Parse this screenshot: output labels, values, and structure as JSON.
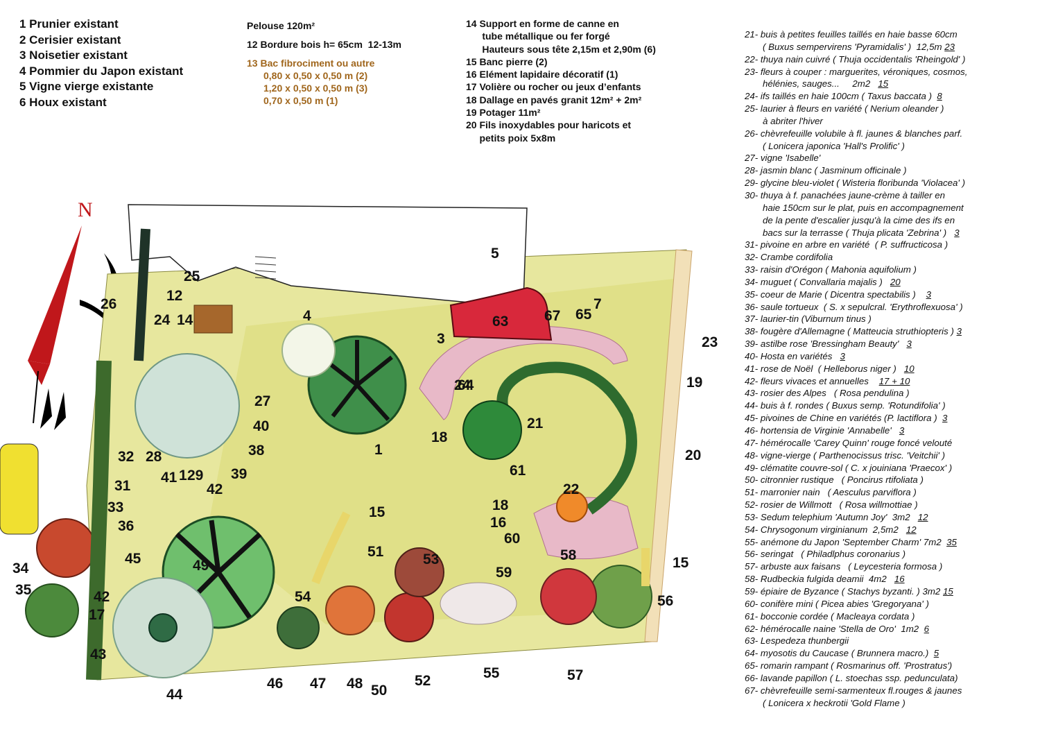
{
  "legend_existing": [
    "1 Prunier existant",
    "2 Cerisier existant",
    "3 Noisetier existant",
    "4 Pommier du Japon existant",
    "5 Vigne vierge existante",
    "6 Houx existant"
  ],
  "legend_middle": {
    "lawn": "Pelouse 120m²",
    "border": "12 Bordure bois h= 65cm  12-13m",
    "bac_title": "13 Bac fibrociment ou autre",
    "bac_sizes": [
      "0,80 x 0,50 x 0,50 m (2)",
      "1,20 x 0,50 x 0,50 m (3)",
      "0,70 x 0,50 m (1)"
    ]
  },
  "legend_right_top": [
    "14 Support en forme de canne en",
    "      tube métallique ou fer forgé",
    "      Hauteurs sous tête 2,15m et 2,90m (6)",
    "15 Banc pierre (2)",
    "16 Elément lapidaire décoratif (1)",
    "17 Volière ou rocher ou jeux d’enfants",
    "18 Dallage en pavés granit 12m² + 2m²",
    "19 Potager 11m²",
    "20 Fils inoxydables pour haricots et",
    "     petits poix 5x8m"
  ],
  "plant_list": [
    {
      "t": "21- buis à petites feuilles taillés en haie basse 60cm",
      "q": ""
    },
    {
      "t": "( Buxus sempervirens 'Pyramidalis' )  12,5m ",
      "q": "23",
      "i": true
    },
    {
      "t": "22- thuya nain cuivré ( Thuja occidentalis 'Rheingold' )",
      "q": ""
    },
    {
      "t": "23- fleurs à couper : marguerites, véroniques, cosmos,",
      "q": ""
    },
    {
      "t": "hélénies, sauges...     2m2   ",
      "q": "15",
      "i": true
    },
    {
      "t": "24- ifs taillés en haie 100cm ( Taxus baccata )  ",
      "q": "8"
    },
    {
      "t": "25- laurier à fleurs en variété ( Nerium oleander )",
      "q": ""
    },
    {
      "t": "à abriter l'hiver",
      "q": "",
      "i": true
    },
    {
      "t": "26- chèvrefeuille volubile à fl. jaunes & blanches parf.",
      "q": ""
    },
    {
      "t": "( Lonicera japonica 'Hall's Prolific' )",
      "q": "",
      "i": true
    },
    {
      "t": "27- vigne 'Isabelle'",
      "q": ""
    },
    {
      "t": "28- jasmin blanc ( Jasminum officinale )",
      "q": ""
    },
    {
      "t": "29- glycine bleu-violet ( Wisteria floribunda 'Violacea' )",
      "q": ""
    },
    {
      "t": "30- thuya à f. panachées jaune-crème à tailler en",
      "q": ""
    },
    {
      "t": "haie 150cm sur le plat, puis en accompagnement",
      "q": "",
      "i": true
    },
    {
      "t": "de la pente d'escalier jusqu'à la cime des ifs en",
      "q": "",
      "i": true
    },
    {
      "t": "bacs sur la terrasse ( Thuja plicata 'Zebrina' )   ",
      "q": "3",
      "i": true
    },
    {
      "t": "31- pivoine en arbre en variété  ( P. suffructicosa )",
      "q": ""
    },
    {
      "t": "32- Crambe cordifolia",
      "q": ""
    },
    {
      "t": "33- raisin d'Orégon ( Mahonia aquifolium )",
      "q": ""
    },
    {
      "t": "34- muguet ( Convallaria majalis )   ",
      "q": "20"
    },
    {
      "t": "35- coeur de Marie ( Dicentra spectabilis )    ",
      "q": "3"
    },
    {
      "t": "36- saule tortueux  ( S. x sepulcral. 'Erythroflexuosa' )",
      "q": ""
    },
    {
      "t": "37- laurier-tin (Viburnum tinus )",
      "q": ""
    },
    {
      "t": "38- fougère d'Allemagne ( Matteucia struthiopteris ) ",
      "q": "3"
    },
    {
      "t": "39- astilbe rose 'Bressingham Beauty'   ",
      "q": "3"
    },
    {
      "t": "40- Hosta en variétés   ",
      "q": "3"
    },
    {
      "t": "41- rose de Noël  ( Helleborus niger )   ",
      "q": "10"
    },
    {
      "t": "42- fleurs vivaces et annuelles    ",
      "q": "17 + 10"
    },
    {
      "t": "43- rosier des Alpes   ( Rosa pendulina )",
      "q": ""
    },
    {
      "t": "44- buis à f. rondes ( Buxus semp. 'Rotundifolia' )",
      "q": ""
    },
    {
      "t": "45- pivoines de Chine en variétés (P. lactiflora )  ",
      "q": "3"
    },
    {
      "t": "46- hortensia de Virginie 'Annabelle'   ",
      "q": "3"
    },
    {
      "t": "47- hémérocalle 'Carey Quinn' rouge foncé velouté",
      "q": ""
    },
    {
      "t": "48- vigne-vierge ( Parthenocissus trisc. 'Veitchii' )",
      "q": ""
    },
    {
      "t": "49- clématite couvre-sol ( C. x jouiniana 'Praecox' )",
      "q": ""
    },
    {
      "t": "50- citronnier rustique   ( Poncirus rtifoliata )",
      "q": ""
    },
    {
      "t": "51- marronier nain   ( Aesculus parviflora )",
      "q": ""
    },
    {
      "t": "52- rosier de Willmott   ( Rosa willmottiae )",
      "q": ""
    },
    {
      "t": "53- Sedum telephium 'Autumn Joy'  3m2   ",
      "q": "12"
    },
    {
      "t": "54- Chrysogonum virginianum  2,5m2   ",
      "q": "12"
    },
    {
      "t": "55- anémone du Japon 'September Charm' 7m2  ",
      "q": "35"
    },
    {
      "t": "56- seringat   ( Philadlphus coronarius )",
      "q": ""
    },
    {
      "t": "57- arbuste aux faisans   ( Leycesteria formosa )",
      "q": ""
    },
    {
      "t": "58- Rudbeckia fulgida deamii  4m2   ",
      "q": "16"
    },
    {
      "t": "59- épiaire de Byzance ( Stachys byzanti. ) 3m2 ",
      "q": "15"
    },
    {
      "t": "60- conifère mini ( Picea abies 'Gregoryana' )",
      "q": ""
    },
    {
      "t": "61- bocconie cordée ( Macleaya cordata )",
      "q": ""
    },
    {
      "t": "62- hémérocalle naine 'Stella de Oro'  1m2  ",
      "q": "6"
    },
    {
      "t": "63- Lespedeza thunbergii",
      "q": ""
    },
    {
      "t": "64- myosotis du Caucase ( Brunnera macro.)  ",
      "q": "5"
    },
    {
      "t": "65- romarin rampant ( Rosmarinus off. 'Prostratus')",
      "q": ""
    },
    {
      "t": "66- lavande papillon ( L. stoechas ssp. pedunculata)",
      "q": ""
    },
    {
      "t": "67- chèvrefeuille semi-sarmenteux fl.rouges & jaunes",
      "q": ""
    },
    {
      "t": "( Lonicera x heckrotii 'Gold Flame )",
      "q": "",
      "i": true
    }
  ],
  "plan": {
    "north_label": "N",
    "labels": [
      "1",
      "3",
      "4",
      "5",
      "7",
      "12",
      "14",
      "15",
      "15",
      "16",
      "17",
      "18",
      "18",
      "19",
      "20",
      "21",
      "22",
      "23",
      "24",
      "24",
      "25",
      "26",
      "27",
      "28",
      "29",
      "31",
      "32",
      "33",
      "34",
      "35",
      "36",
      "38",
      "39",
      "40",
      "41",
      "42",
      "42",
      "43",
      "44",
      "45",
      "46",
      "47",
      "48",
      "49",
      "50",
      "51",
      "52",
      "53",
      "54",
      "55",
      "56",
      "57",
      "58",
      "59",
      "60",
      "61",
      "63",
      "64",
      "65",
      "67",
      "1"
    ]
  },
  "colors": {
    "lawn": "#dfe08a",
    "bac": "#a0661c",
    "north": "#c0171b",
    "car": "#d8283b"
  }
}
